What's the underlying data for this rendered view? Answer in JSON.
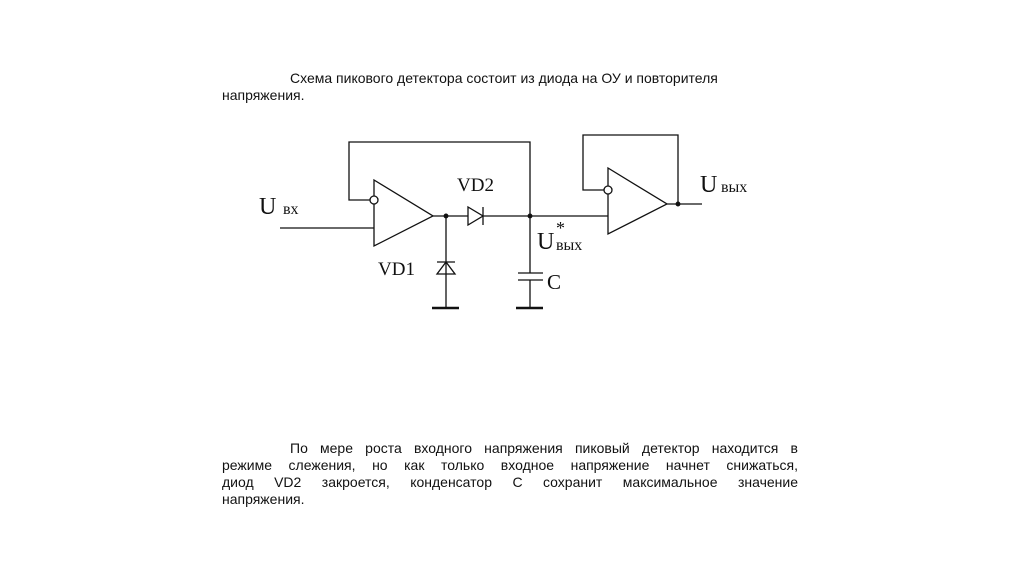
{
  "paragraph1": {
    "lines": [
      "Схема пикового детектора состоит из диода на ОУ и повторителя",
      "напряжения."
    ]
  },
  "diagram": {
    "u_in_main": "U",
    "u_in_sub": "вх",
    "vd2": "VD2",
    "vd1": "VD1",
    "u_mid_main": "U",
    "u_mid_sup": "*",
    "u_mid_sub": "вых",
    "cap": "C",
    "u_out_main": "U",
    "u_out_sub": "вых"
  },
  "paragraph2": {
    "lines": [
      "По мере роста входного напряжения пиковый детектор находится в",
      "режиме слежения, но как только входное напряжение начнет снижаться,",
      "диод VD2 закроется, конденсатор С сохранит максимальное значение",
      "напряжения."
    ]
  }
}
